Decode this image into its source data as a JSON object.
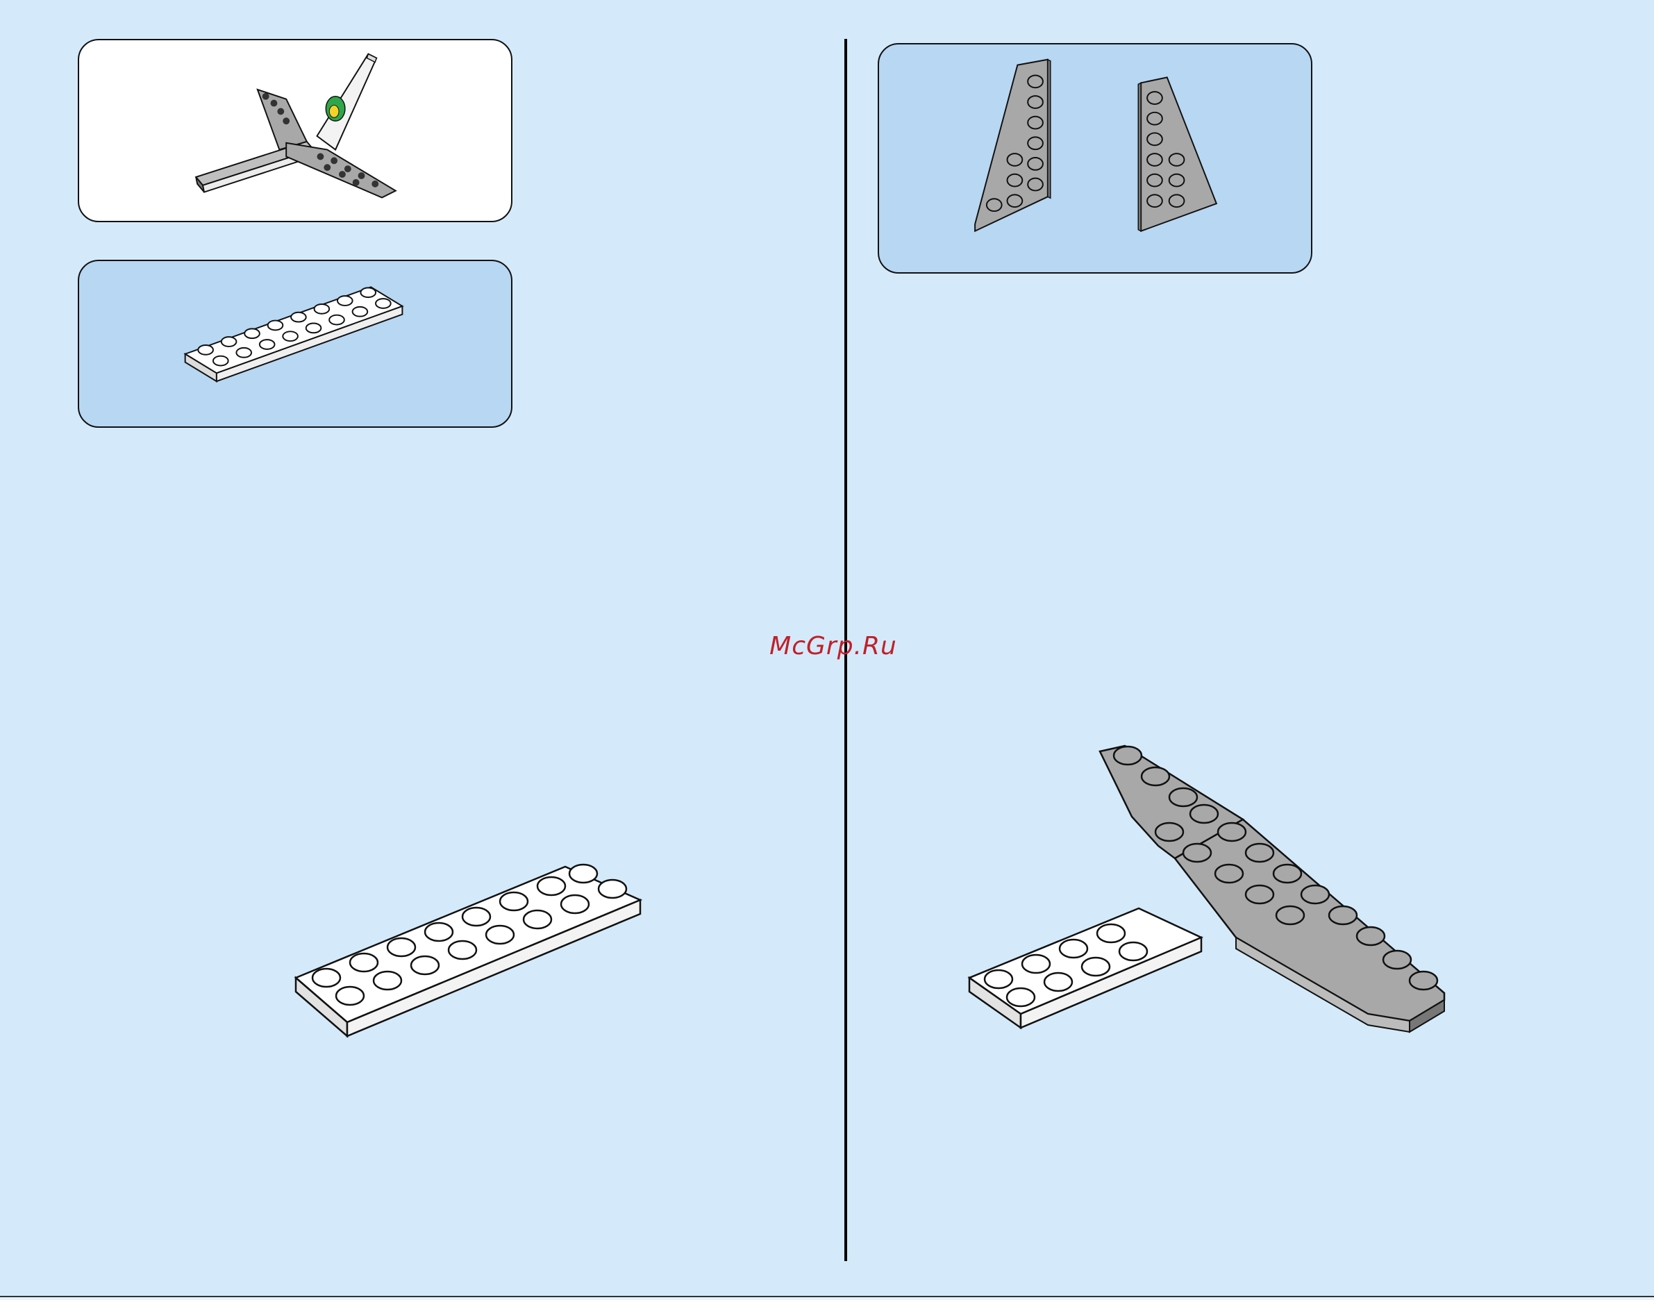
{
  "watermark": {
    "text": "McGrp.Ru",
    "color": "#c0202a"
  },
  "colors": {
    "page_background": "#d4eafa",
    "parts_panel": "#b7d7f3",
    "preview_panel": "#ffffff",
    "white_brick": "#ffffff",
    "grey_brick": "#a8a8a8",
    "outline": "#111111"
  },
  "figures": {
    "preview_model": "airplane-tail-preview",
    "left_parts": "plate-2x8-white",
    "right_parts": [
      "wing-plate-left-grey",
      "wing-plate-right-grey"
    ],
    "left_step": "plate-2x8-placed",
    "right_step": "wing-attached-to-plate"
  }
}
